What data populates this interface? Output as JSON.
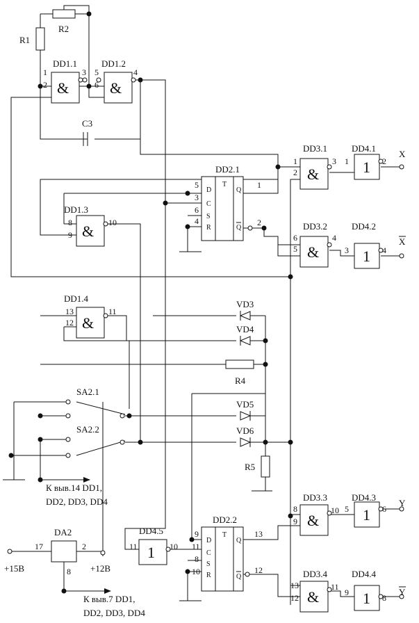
{
  "components": {
    "r1": "R1",
    "r2": "R2",
    "r4": "R4",
    "r5": "R5",
    "c3": "C3",
    "dd1_1": "DD1.1",
    "dd1_2": "DD1.2",
    "dd1_3": "DD1.3",
    "dd1_4": "DD1.4",
    "dd2_1": "DD2.1",
    "dd2_2": "DD2.2",
    "dd3_1": "DD3.1",
    "dd3_2": "DD3.2",
    "dd3_3": "DD3.3",
    "dd3_4": "DD3.4",
    "dd4_1": "DD4.1",
    "dd4_2": "DD4.2",
    "dd4_3": "DD4.3",
    "dd4_4": "DD4.4",
    "dd4_5": "DD4.5",
    "vd3": "VD3",
    "vd4": "VD4",
    "vd5": "VD5",
    "vd6": "VD6",
    "sa2_1": "SA2.1",
    "sa2_2": "SA2.2",
    "da2": "DA2"
  },
  "symbols": {
    "and": "&",
    "buf": "1"
  },
  "trigger": {
    "t": "T",
    "d": "D",
    "c": "C",
    "s": "S",
    "r": "R",
    "q": "Q"
  },
  "outputs": {
    "x": "X",
    "x_bar": "X",
    "y": "Y",
    "y_bar": "Y"
  },
  "power": {
    "plus15": "+15В",
    "plus12": "+12В"
  },
  "notes": {
    "pin14_l1": "К выв.14 DD1,",
    "pin14_l2": "DD2, DD3, DD4",
    "pin7_l1": "К выв.7 DD1,",
    "pin7_l2": "DD2, DD3, DD4"
  },
  "pins": {
    "dd1_1": [
      "1",
      "2",
      "3"
    ],
    "dd1_2": [
      "5",
      "6",
      "4"
    ],
    "dd1_3": [
      "8",
      "9",
      "10"
    ],
    "dd1_4": [
      "13",
      "12",
      "11"
    ],
    "dd2_1": [
      "5",
      "3",
      "6",
      "4",
      "1",
      "2"
    ],
    "dd2_2": [
      "9",
      "11",
      "8",
      "10",
      "13",
      "12"
    ],
    "dd3_1": [
      "1",
      "2",
      "3"
    ],
    "dd3_2": [
      "6",
      "5",
      "4"
    ],
    "dd3_3": [
      "8",
      "9",
      "10"
    ],
    "dd3_4": [
      "13",
      "12",
      "11"
    ],
    "dd4_1": [
      "1",
      "2"
    ],
    "dd4_2": [
      "3",
      "4"
    ],
    "dd4_3": [
      "5",
      "6"
    ],
    "dd4_4": [
      "9",
      "8"
    ],
    "dd4_5": [
      "11",
      "10"
    ],
    "da2": [
      "17",
      "2",
      "8"
    ]
  }
}
